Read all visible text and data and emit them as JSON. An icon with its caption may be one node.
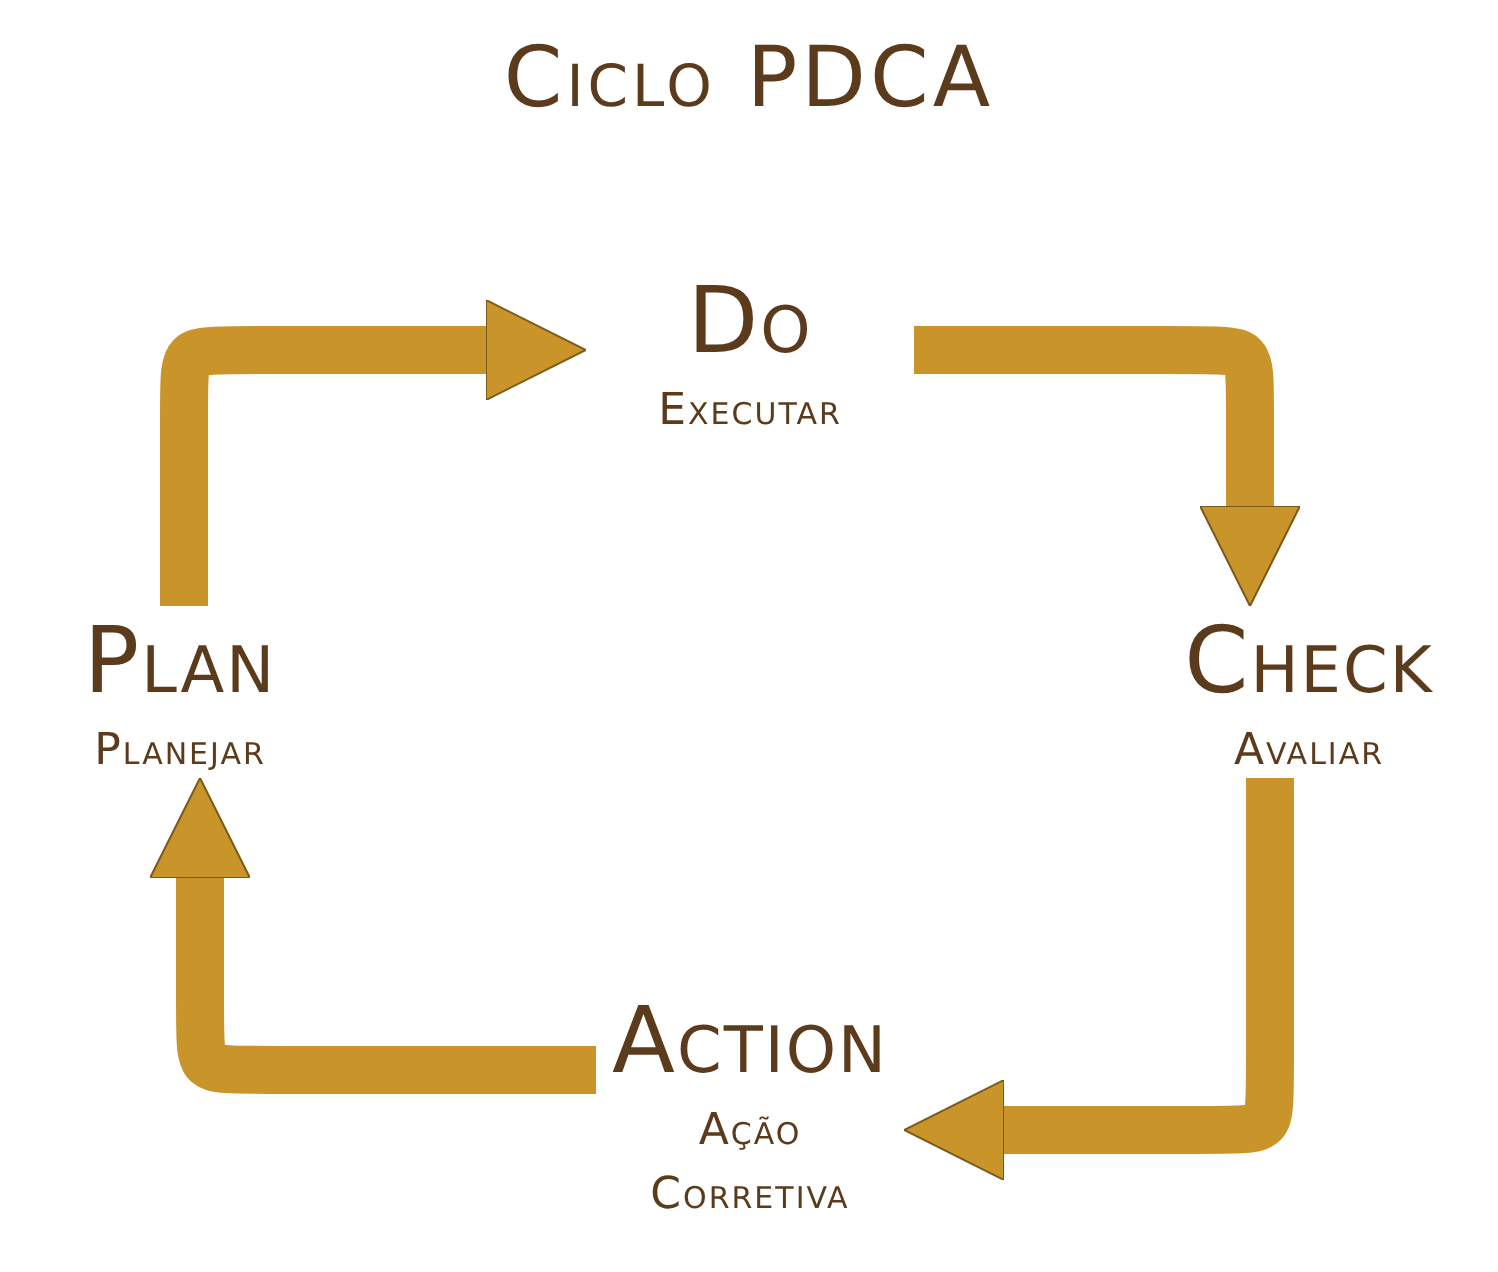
{
  "diagram": {
    "title": "Ciclo PDCA",
    "nodes": [
      {
        "text": [
          "Do",
          "Executar"
        ]
      },
      {
        "text": [
          "Check",
          "Avaliar"
        ]
      },
      {
        "text": [
          "Action",
          "Ação Corretiva"
        ]
      },
      {
        "text": [
          "Plan",
          "Planejar"
        ]
      }
    ],
    "edges": [
      {
        "from": 3,
        "to": 0,
        "arrow": "to"
      },
      {
        "from": 0,
        "to": 1,
        "arrow": "to"
      },
      {
        "from": 1,
        "to": 2,
        "arrow": "to"
      },
      {
        "from": 2,
        "to": 3,
        "arrow": "to"
      }
    ]
  }
}
